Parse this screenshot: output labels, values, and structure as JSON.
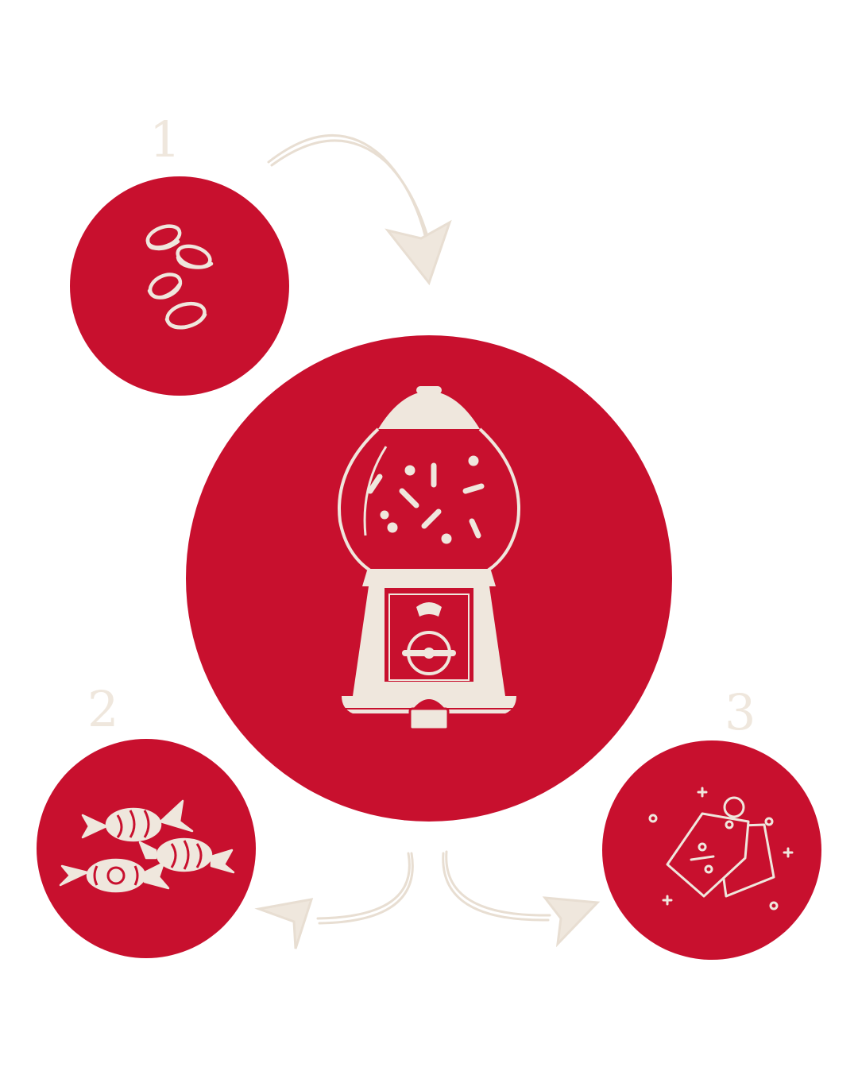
{
  "colors": {
    "circle_fill": "#C8102E",
    "cream": "#EFE7DD",
    "background": "#FFFFFF"
  },
  "steps": [
    {
      "number": "1",
      "icon": "coins-icon"
    },
    {
      "number": "2",
      "icon": "candies-icon"
    },
    {
      "number": "3",
      "icon": "price-tags-icon"
    }
  ],
  "center": {
    "icon": "gumball-machine-icon"
  },
  "arrows": [
    "arrow-1-to-center",
    "arrow-center-to-2",
    "arrow-center-to-3"
  ]
}
